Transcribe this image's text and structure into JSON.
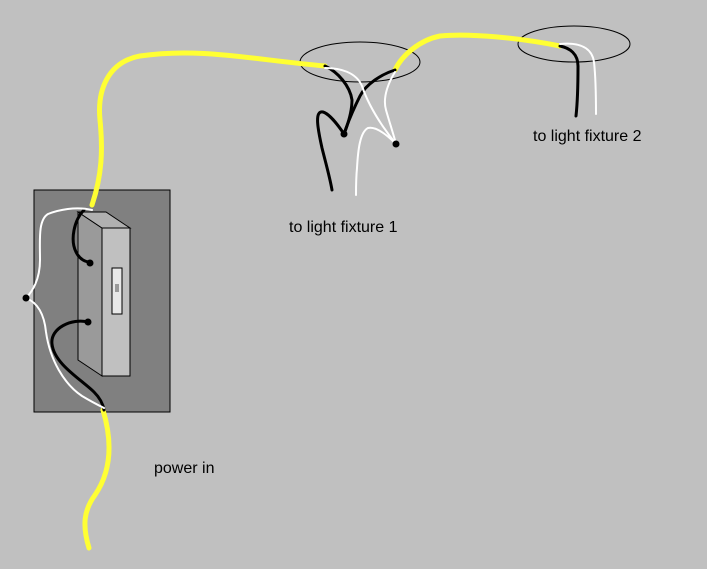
{
  "labels": {
    "fixture1": "to light fixture 1",
    "fixture2": "to light fixture 2",
    "power": "power in"
  },
  "colors": {
    "background": "#c0c0c0",
    "box_fill": "#808080",
    "switch_fill": "#c0c0c0",
    "hot_cable": "#ffff33",
    "black_wire": "#000000",
    "white_wire": "#ffffff",
    "text": "#000000"
  },
  "icons": {
    "box": "electrical-box-icon",
    "switch": "light-switch-icon",
    "wire_nut": "wire-nut-icon"
  }
}
